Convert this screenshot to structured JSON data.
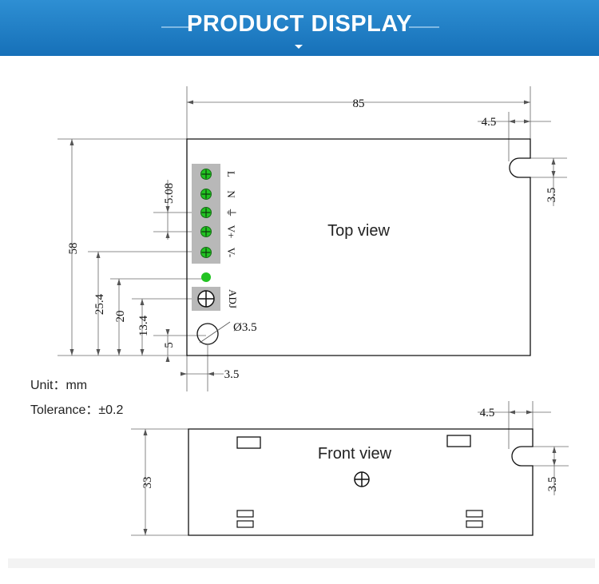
{
  "header": {
    "title": "PRODUCT DISPLAY"
  },
  "top_view": {
    "label": "Top view",
    "width_dim": "85",
    "slot_offset_dim": "4.5",
    "slot_width_dim": "3.5",
    "height_dim": "58",
    "pin_pitch_dim": "5.08",
    "dim_25_4": "25.4",
    "dim_20": "20",
    "dim_13_4": "13.4",
    "dim_5": "5",
    "hole_dia_dim": "Ø3.5",
    "hole_x_dim": "3.5",
    "pins": [
      "L",
      "N",
      "⏚",
      "V+",
      "V-"
    ],
    "adj_label": "ADJ"
  },
  "front_view": {
    "label": "Front view",
    "height_dim": "33",
    "slot_offset_dim": "4.5",
    "slot_width_dim": "3.5"
  },
  "notes": {
    "unit": "Unit：mm",
    "tolerance": "Tolerance：±0.2"
  },
  "colors": {
    "banner": "#1b7bc4",
    "terminal_green": "#22c322",
    "terminal_block": "#b8b8b8"
  }
}
